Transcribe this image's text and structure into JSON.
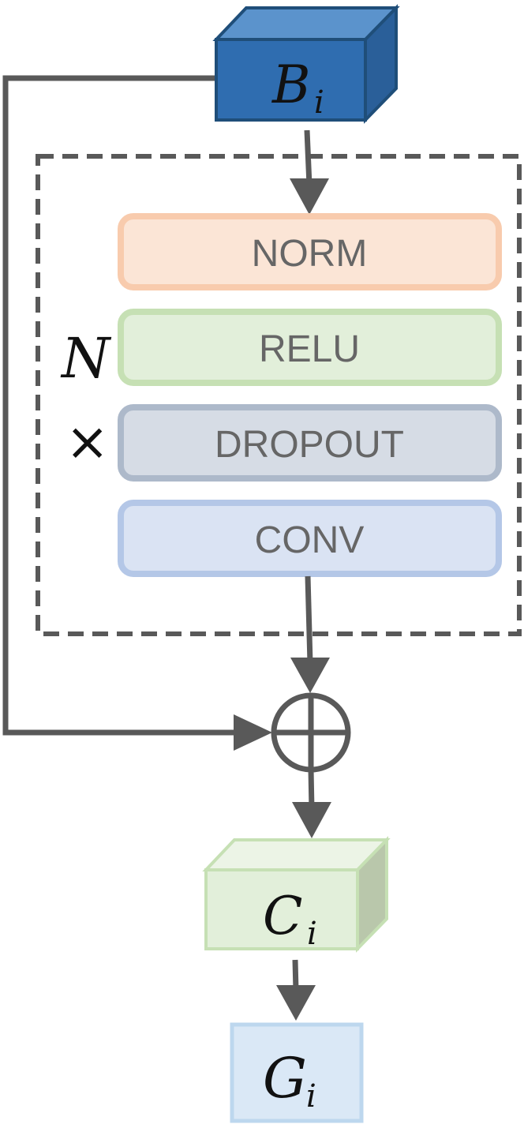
{
  "tensors": {
    "input": {
      "symbol": "B",
      "subscript": "i",
      "color": "#2f6db0"
    },
    "middle": {
      "symbol": "C",
      "subscript": "i",
      "color": "#e2efda"
    },
    "output": {
      "symbol": "G",
      "subscript": "i",
      "color": "#dae8f6"
    }
  },
  "block": {
    "repeat_symbol": "N",
    "repeat_operator": "×",
    "layers": [
      {
        "label": "NORM",
        "fill": "#fbe5d6",
        "stroke": "#f8cbad"
      },
      {
        "label": "RELU",
        "fill": "#e2efda",
        "stroke": "#c6e0b4"
      },
      {
        "label": "DROPOUT",
        "fill": "#d6dce5",
        "stroke": "#adb9ca"
      },
      {
        "label": "CONV",
        "fill": "#dae3f3",
        "stroke": "#b4c7e7"
      }
    ]
  },
  "colors": {
    "line": "#595959",
    "dashed_border": "#595959"
  }
}
